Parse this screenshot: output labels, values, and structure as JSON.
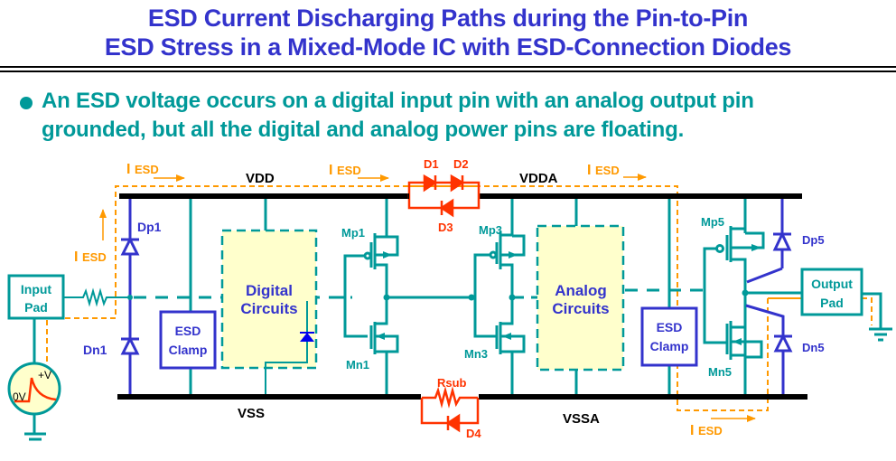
{
  "title": {
    "line1": "ESD Current Discharging Paths during the Pin-to-Pin",
    "line2": "ESD Stress in a Mixed-Mode IC with ESD-Connection Diodes"
  },
  "bullet": {
    "line1": "An ESD voltage occurs on a digital input pin with an analog output pin",
    "line2": "grounded, but all the digital and analog power pins are floating."
  },
  "diagram": {
    "rails": {
      "vdd": "VDD",
      "vss": "VSS",
      "vdda": "VDDA",
      "vssa": "VSSA"
    },
    "input_pad": {
      "line1": "Input",
      "line2": "Pad"
    },
    "output_pad": {
      "line1": "Output",
      "line2": "Pad"
    },
    "source": {
      "high": "+V",
      "low": "0V"
    },
    "esd_clamp_left": {
      "line1": "ESD",
      "line2": "Clamp"
    },
    "esd_clamp_right": {
      "line1": "ESD",
      "line2": "Clamp"
    },
    "digital_block": {
      "line1": "Digital",
      "line2": "Circuits"
    },
    "analog_block": {
      "line1": "Analog",
      "line2": "Circuits"
    },
    "diodes": {
      "dp1": "Dp1",
      "dn1": "Dn1",
      "dp5": "Dp5",
      "dn5": "Dn5",
      "d1": "D1",
      "d2": "D2",
      "d3": "D3",
      "d4": "D4"
    },
    "resistor": {
      "rsub": "Rsub"
    },
    "transistors": {
      "mp1": "Mp1",
      "mn1": "Mn1",
      "mp3": "Mp3",
      "mn3": "Mn3",
      "mp5": "Mp5",
      "mn5": "Mn5"
    },
    "current_label": {
      "i": "I",
      "esd": "ESD"
    },
    "colors": {
      "title": "#3333cc",
      "bullet": "#009999",
      "wire": "#009999",
      "esd_diode": "#3333cc",
      "connection": "#ff3300",
      "esd_path": "#ff9900",
      "block_fill": "#ffffcc",
      "rail": "#000000"
    }
  }
}
